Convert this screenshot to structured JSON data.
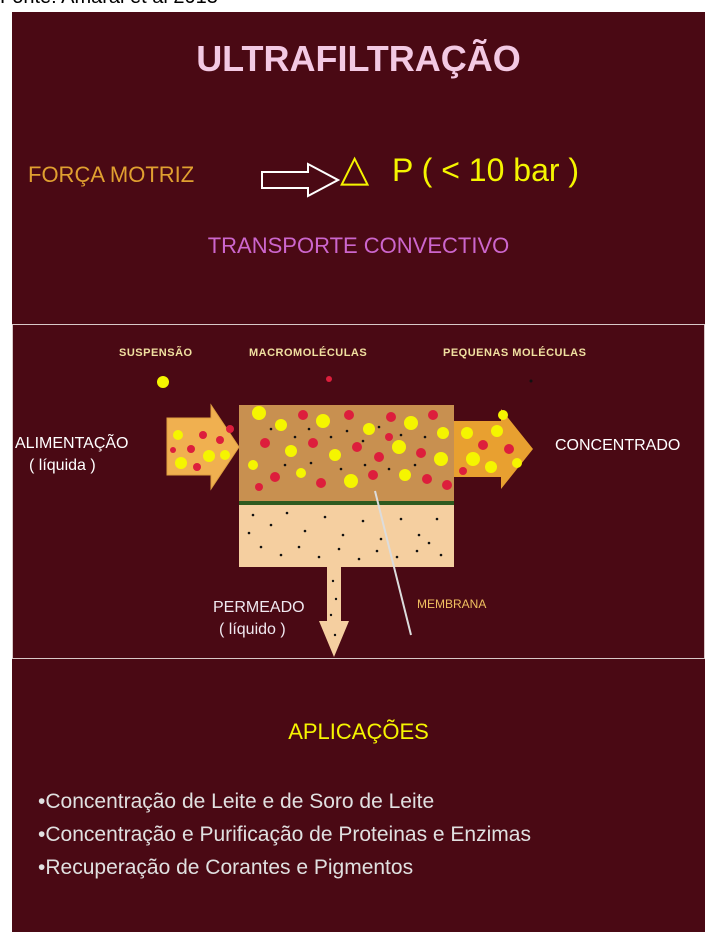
{
  "source": "Fonte: Amaral et al 2013",
  "title": "ULTRAFILTRAÇÃO",
  "driving_force": {
    "label": "FORÇA MOTRIZ",
    "symbol": "△",
    "value": "P   ( < 10  bar )"
  },
  "transport": "TRANSPORTE  CONVECTIVO",
  "diagram": {
    "legend": {
      "suspension": "SUSPENSÃO",
      "macromolecules": "MACROMOLÉCULAS",
      "small_molecules": "PEQUENAS MOLÉCULAS"
    },
    "feed": [
      "ALIMENTAÇÃO",
      "( líquida )"
    ],
    "concentrate": "CONCENTRADO",
    "permeate": [
      "PERMEADO",
      "( líquido )"
    ],
    "membrane": "MEMBRANA",
    "colors": {
      "suspension": "#f5f500",
      "macromolecules": "#dd1e3c",
      "small_molecules": "#111111",
      "membrane": "#2e5a1e",
      "chamber": "#c89050",
      "permeate": "#f5cfa0"
    }
  },
  "applications": {
    "title": "APLICAÇÕES",
    "items": [
      "Concentração de  Leite e de Soro de Leite",
      "Concentração e  Purificação  de  Proteinas e Enzimas",
      "Recuperação de Corantes e Pigmentos"
    ]
  }
}
